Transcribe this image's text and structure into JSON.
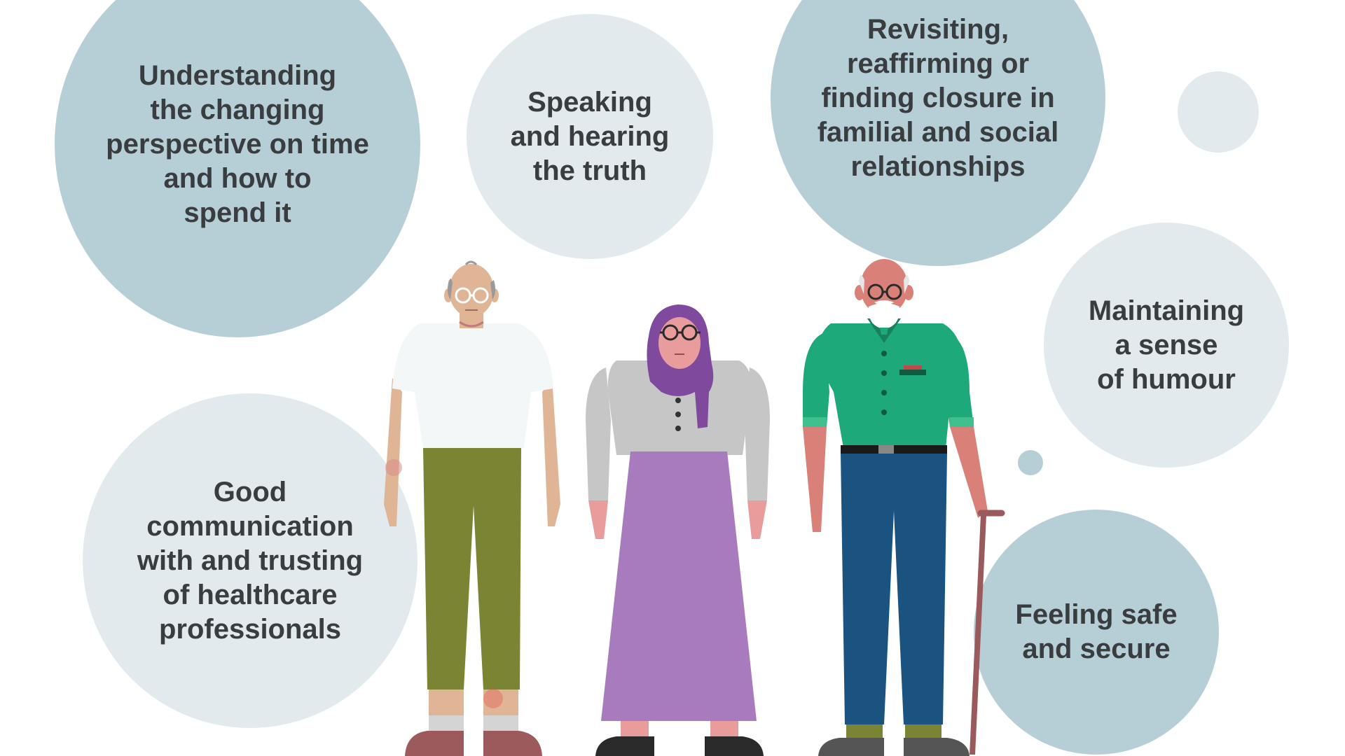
{
  "bubbles": [
    {
      "id": "time",
      "label": "Understanding\nthe changing\nperspective on time\nand how to\nspend it"
    },
    {
      "id": "truth",
      "label": "Speaking\nand hearing\nthe truth"
    },
    {
      "id": "relationships",
      "label": "Revisiting,\nreaffirming or\nfinding closure in\nfamilial and social\nrelationships"
    },
    {
      "id": "humour",
      "label": "Maintaining\na sense\nof humour"
    },
    {
      "id": "communication",
      "label": "Good\ncommunication\nwith and trusting\nof healthcare\nprofessionals"
    },
    {
      "id": "safe",
      "label": "Feeling safe\nand secure"
    }
  ],
  "colors": {
    "bubble_dark": "#b6cfd6",
    "bubble_light": "#e2eaed",
    "text": "#3a3d40",
    "skin_light": "#e0b596",
    "skin_pink": "#e89c9c",
    "skin_dark": "#d98078",
    "shirt_white": "#f3f7f8",
    "trousers_olive": "#7a8433",
    "blouse_grey": "#c6c6c6",
    "skirt_purple": "#a87bbf",
    "hijab_purple": "#7f4a9e",
    "shirt_green": "#1ea97a",
    "trousers_blue": "#1a5380",
    "cane_brown": "#9a5a5c"
  }
}
